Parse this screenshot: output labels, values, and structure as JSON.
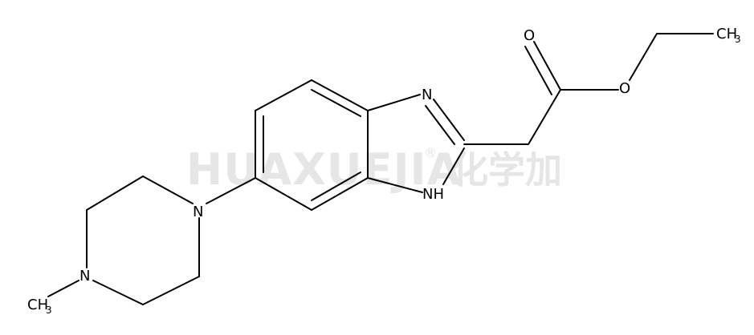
{
  "watermark": {
    "latin": "HUAXUEJIA",
    "registered": "®",
    "cjk": "化学加"
  },
  "atoms": {
    "carbonyl_oxygen": "O",
    "ester_oxygen": "O",
    "ethyl_ch3": {
      "main": "CH",
      "sub": "3"
    },
    "imidazole_n": "N",
    "imidazole_nh": "NH",
    "piperazine_n_aryl": "N",
    "piperazine_n_methyl": "N",
    "methyl_ch3": {
      "main": "CH",
      "sub": "3"
    }
  },
  "colors": {
    "bond": "#000000",
    "text": "#000000",
    "watermark": "#e6e6e6",
    "background": "#ffffff"
  }
}
